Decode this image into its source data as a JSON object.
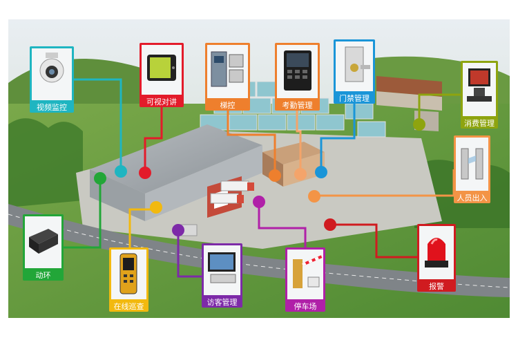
{
  "modules": {
    "video_surveillance": {
      "label": "视频监控",
      "color": "#1fb5c1"
    },
    "video_intercom": {
      "label": "可视对讲",
      "color": "#e31b2a"
    },
    "elevator_control": {
      "label": "梯控",
      "color": "#ee7f2d"
    },
    "attendance": {
      "label": "考勤管理",
      "color": "#f4a46a"
    },
    "access_control": {
      "label": "门禁管理",
      "color": "#1a95d8"
    },
    "consumption": {
      "label": "消费管理",
      "color": "#8ea40f"
    },
    "personnel_entry_exit": {
      "label": "人员出入",
      "color": "#f39446"
    },
    "alarm": {
      "label": "报警",
      "color": "#d01b20"
    },
    "parking": {
      "label": "停车场",
      "color": "#b020a8"
    },
    "visitor": {
      "label": "访客管理",
      "color": "#7d2aa8"
    },
    "patrol": {
      "label": "在线巡查",
      "color": "#f2b90f"
    },
    "dynamic_env": {
      "label": "动环",
      "color": "#22a638"
    }
  }
}
